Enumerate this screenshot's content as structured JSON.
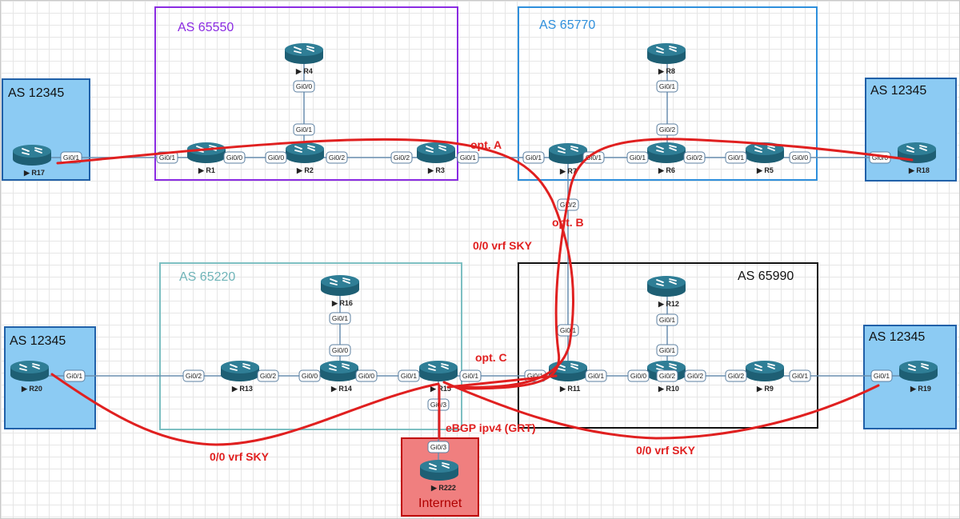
{
  "as_boxes": [
    {
      "id": "as65550",
      "label": "AS 65550",
      "color": "#8a2be2",
      "fill": "none"
    },
    {
      "id": "as65770",
      "label": "AS 65770",
      "color": "#2e8fdc",
      "fill": "none"
    },
    {
      "id": "as65220",
      "label": "AS 65220",
      "color": "#5aa9ad",
      "fill": "none"
    },
    {
      "id": "as65990",
      "label": "AS 65990",
      "color": "#111111",
      "fill": "none"
    },
    {
      "id": "as12345_tl",
      "label": "AS 12345",
      "color": "#2060a8",
      "fill": "#8ccbf3"
    },
    {
      "id": "as12345_tr",
      "label": "AS 12345",
      "color": "#2060a8",
      "fill": "#8ccbf3"
    },
    {
      "id": "as12345_bl",
      "label": "AS 12345",
      "color": "#2060a8",
      "fill": "#8ccbf3"
    },
    {
      "id": "as12345_br",
      "label": "AS 12345",
      "color": "#2060a8",
      "fill": "#8ccbf3"
    },
    {
      "id": "internet",
      "label": "Internet",
      "color": "#c00000",
      "fill": "#f07f7f"
    }
  ],
  "routers": [
    "R17",
    "R1",
    "R2",
    "R3",
    "R4",
    "R7",
    "R6",
    "R5",
    "R8",
    "R18",
    "R20",
    "R13",
    "R14",
    "R15",
    "R16",
    "R11",
    "R10",
    "R9",
    "R12",
    "R19",
    "R222"
  ],
  "interfaces": [
    "Gi0/1",
    "Gi0/1",
    "Gi0/0",
    "Gi0/0",
    "Gi0/2",
    "Gi0/2",
    "Gi0/1",
    "Gi0/1",
    "Gi0/1",
    "Gi0/0",
    "Gi0/1",
    "Gi0/1",
    "Gi0/2",
    "Gi0/2",
    "Gi0/1",
    "Gi0/1",
    "Gi0/0",
    "Gi0/0",
    "Gi0/2",
    "Gi0/1",
    "Gi0/1",
    "Gi0/2",
    "Gi0/2",
    "Gi0/0",
    "Gi0/0",
    "Gi0/1",
    "Gi0/1",
    "Gi0/1",
    "Gi0/1",
    "Gi0/1",
    "Gi0/0",
    "Gi0/0",
    "Gi0/2",
    "Gi0/2",
    "Gi0/1",
    "Gi0/1",
    "Gi0/1",
    "Gi0/1",
    "Gi0/2",
    "Gi0/3",
    "Gi0/3"
  ],
  "annotations": {
    "opt_a": "opt. A",
    "opt_b": "opt. B",
    "opt_c": "opt. C",
    "vrf_sky_top": "0/0 vrf SKY",
    "vrf_sky_left": "0/0 vrf SKY",
    "vrf_sky_right": "0/0 vrf SKY",
    "ebgp": "eBGP ipv4 (GRT)"
  },
  "colors": {
    "link": "#6a8fb0",
    "path": "#e02020",
    "router_body": "#1e5f74",
    "router_top": "#2f7e96"
  }
}
